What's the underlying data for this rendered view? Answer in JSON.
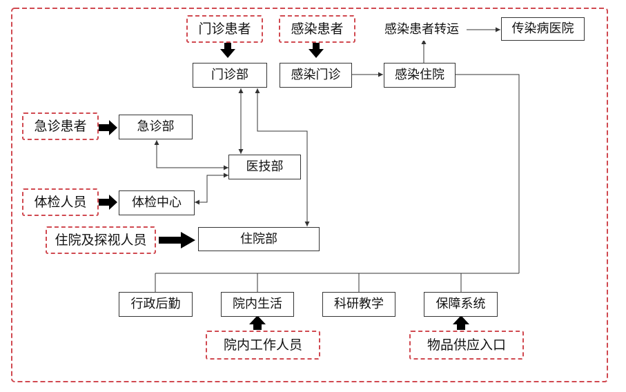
{
  "theme": {
    "dashed_border": "#d0484f",
    "line": "#333333",
    "arrow": "#000000",
    "text": "#111111",
    "background": "#ffffff"
  },
  "sources": {
    "outpatient_patients": "门诊患者",
    "infected_patients": "感染患者",
    "emergency_patients": "急诊患者",
    "checkup_people": "体检人员",
    "inpatients_visitors": "住院及探视人员",
    "hospital_staff": "院内工作人员",
    "supplies_entrance": "物品供应入口"
  },
  "departments": {
    "outpatient": "门诊部",
    "infection_clinic": "感染门诊",
    "infection_ward": "感染住院",
    "infected_transfer": "感染患者转运",
    "infectious_hospital": "传染病医院",
    "emergency": "急诊部",
    "medical_tech": "医技部",
    "checkup_center": "体检中心",
    "inpatient": "住院部",
    "administration": "行政后勤",
    "hospital_life": "院内生活",
    "research_teaching": "科研教学",
    "support_system": "保障系统"
  }
}
